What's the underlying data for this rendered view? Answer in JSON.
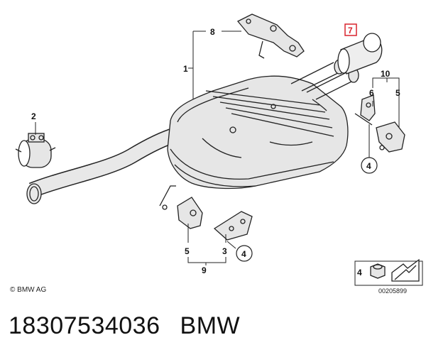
{
  "callouts": {
    "c1": "1",
    "c2": "2",
    "c3": "3",
    "c4a": "4",
    "c4b": "4",
    "c4c": "4",
    "c5a": "5",
    "c5b": "5",
    "c6": "6",
    "c7": "7",
    "c8": "8",
    "c9": "9",
    "c10": "10"
  },
  "copyright": "© BMW AG",
  "reference_code": "00205899",
  "footer": {
    "part_number": "18307534036",
    "brand": "BMW"
  },
  "colors": {
    "highlight": "#d9232d",
    "line": "#222222",
    "fill": "#e6e6e6"
  }
}
